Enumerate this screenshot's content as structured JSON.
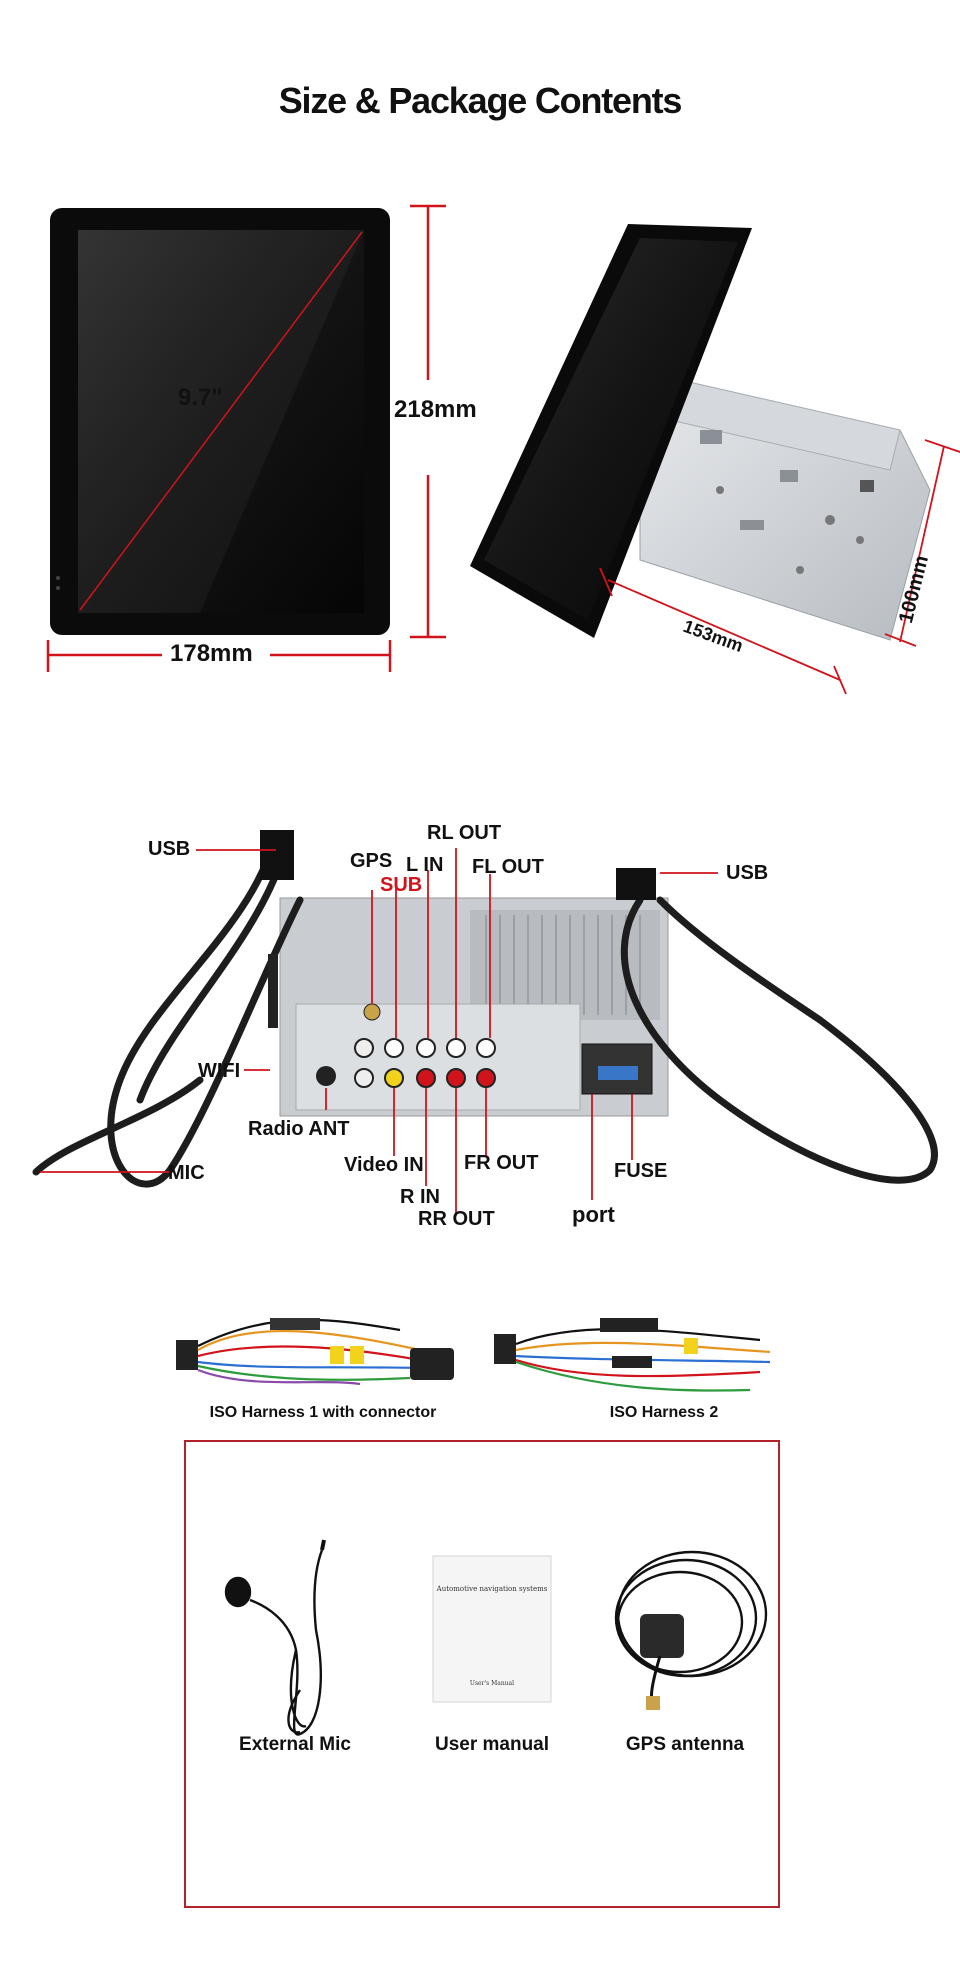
{
  "page": {
    "title": "Size & Package Contents"
  },
  "dimensions": {
    "screen_size": "9.7\"",
    "height": "218mm",
    "width": "178mm",
    "depth": "153mm",
    "chassis_height": "100mm"
  },
  "ports": {
    "usb_left": "USB",
    "usb_right": "USB",
    "gps": "GPS",
    "sub": "SUB",
    "l_in": "L IN",
    "rl_out": "RL OUT",
    "fl_out": "FL OUT",
    "wifi": "WIFI",
    "radio_ant": "Radio ANT",
    "mic": "MIC",
    "video_in": "Video IN",
    "r_in": "R IN",
    "rr_out": "RR OUT",
    "fr_out": "FR OUT",
    "fuse": "FUSE",
    "port": "port"
  },
  "package": {
    "harness1": "ISO Harness 1 with connector",
    "harness2": "ISO Harness 2",
    "mic": "External Mic",
    "manual": "User manual",
    "gps_antenna": "GPS antenna",
    "manual_cover_title": "Automotive navigation systems",
    "manual_cover_sub": "User's Manual"
  },
  "colors": {
    "accent": "#d1131b",
    "frame": "#b0232b",
    "screen": "#1a1a1a"
  }
}
